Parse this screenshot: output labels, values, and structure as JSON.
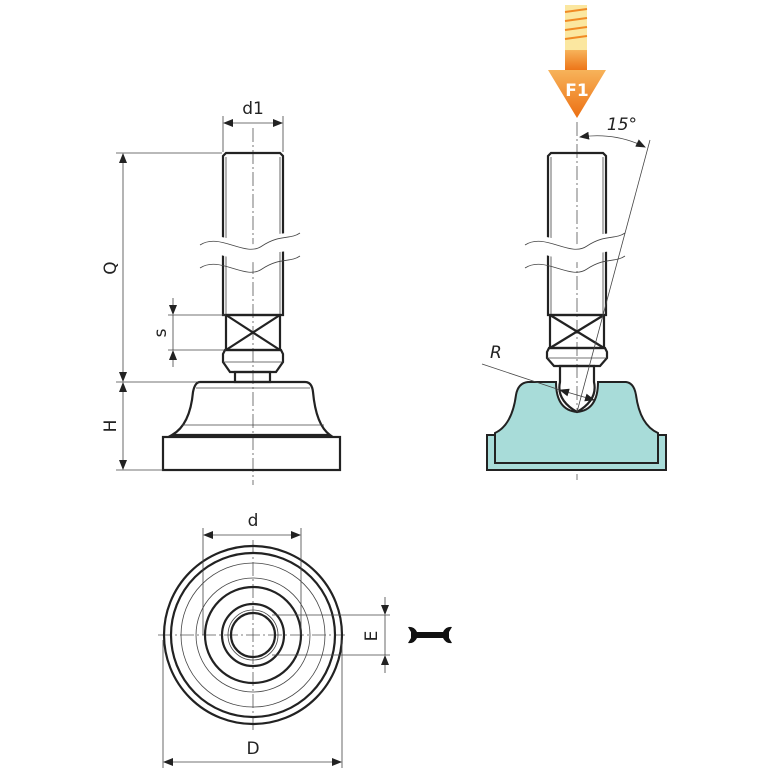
{
  "labels": {
    "d1": "d1",
    "Q": "Q",
    "s": "s",
    "H": "H",
    "force": "F1",
    "angle": "15°",
    "R": "R",
    "d": "d",
    "E": "E",
    "D": "D"
  },
  "colors": {
    "pad_fill": "#a8dcd9",
    "arrow_orange": "#f08a24",
    "arrow_light": "#fbe7a0"
  },
  "icons": [
    "wrench-icon",
    "force-arrow-icon"
  ]
}
